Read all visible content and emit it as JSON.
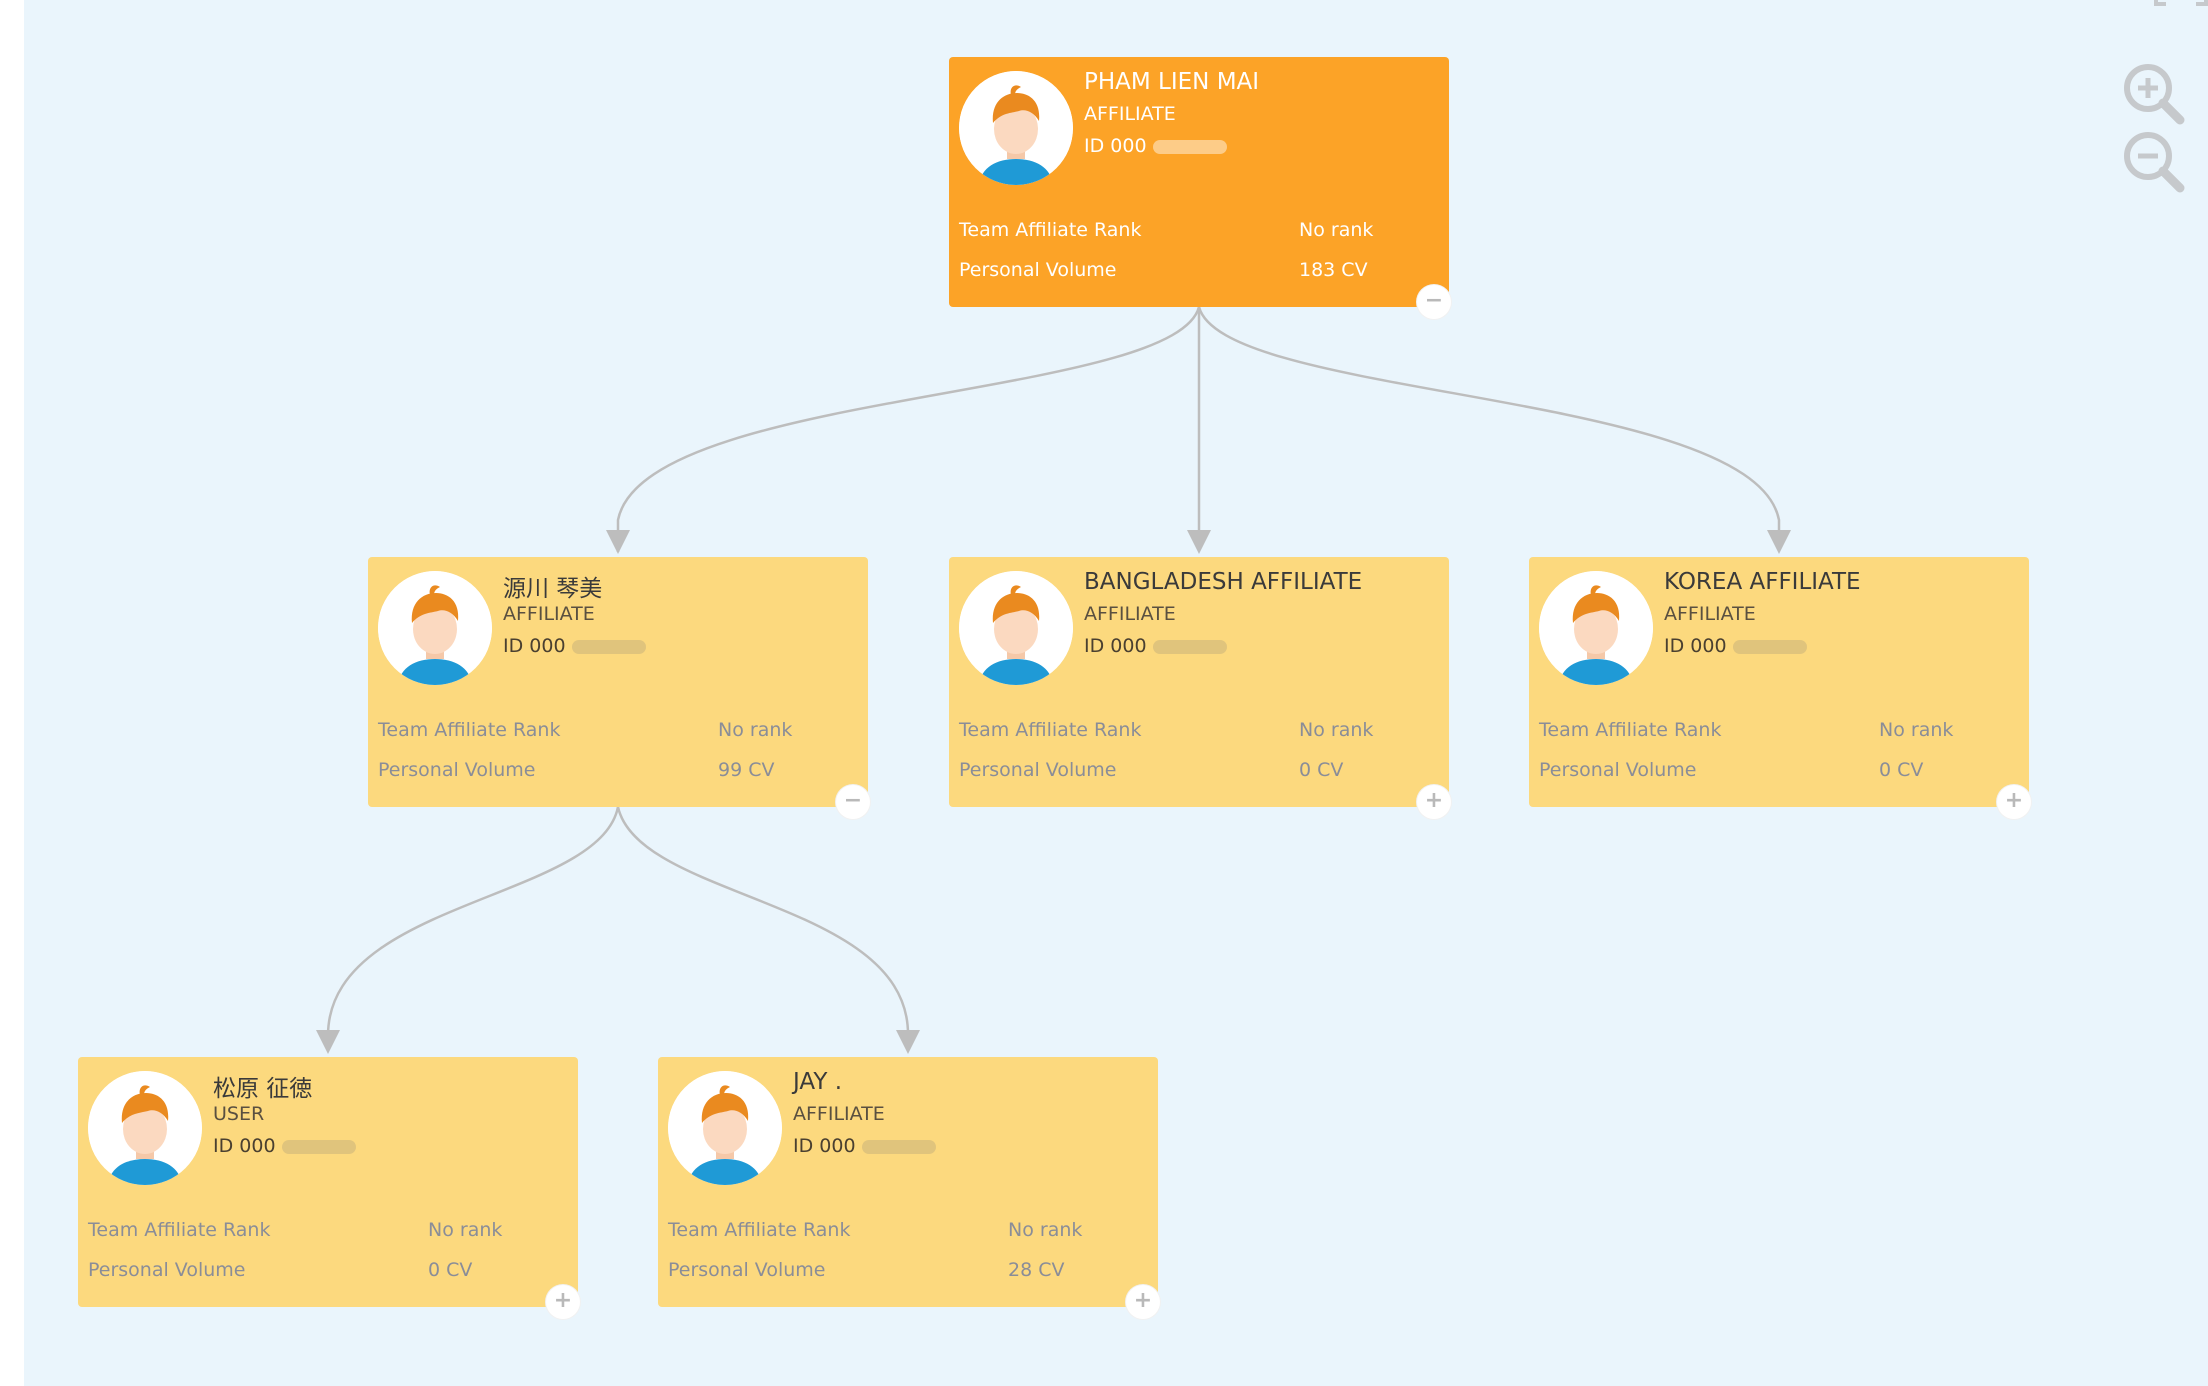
{
  "controls": {
    "zoom_in_icon": "zoom-in-icon",
    "zoom_out_icon": "zoom-out-icon",
    "fullscreen_icon": "fullscreen-icon"
  },
  "colors": {
    "canvas_bg": "#eaf5fc",
    "root_card": "#fca327",
    "card": "#fcd97e",
    "connector": "#bdbdbd"
  },
  "nodes": [
    {
      "name": "PHAM LIEN MAI",
      "role": "AFFILIATE",
      "id_prefix": "ID 000",
      "rank_label": "Team Affiliate Rank",
      "rank_value": "No rank",
      "volume_label": "Personal Volume",
      "volume_value": "183 CV",
      "toggle": "−"
    },
    {
      "name": "源川 琴美",
      "role": "AFFILIATE",
      "id_prefix": "ID 000",
      "rank_label": "Team Affiliate Rank",
      "rank_value": "No rank",
      "volume_label": "Personal Volume",
      "volume_value": "99 CV",
      "toggle": "−"
    },
    {
      "name": "BANGLADESH AFFILIATE",
      "role": "AFFILIATE",
      "id_prefix": "ID 000",
      "rank_label": "Team Affiliate Rank",
      "rank_value": "No rank",
      "volume_label": "Personal Volume",
      "volume_value": "0 CV",
      "toggle": "+"
    },
    {
      "name": "KOREA AFFILIATE",
      "role": "AFFILIATE",
      "id_prefix": "ID 000",
      "rank_label": "Team Affiliate Rank",
      "rank_value": "No rank",
      "volume_label": "Personal Volume",
      "volume_value": "0 CV",
      "toggle": "+"
    },
    {
      "name": "松原 征徳",
      "role": "USER",
      "id_prefix": "ID 000",
      "rank_label": "Team Affiliate Rank",
      "rank_value": "No rank",
      "volume_label": "Personal Volume",
      "volume_value": "0 CV",
      "toggle": "+"
    },
    {
      "name": "JAY .",
      "role": "AFFILIATE",
      "id_prefix": "ID 000",
      "rank_label": "Team Affiliate Rank",
      "rank_value": "No rank",
      "volume_label": "Personal Volume",
      "volume_value": "28 CV",
      "toggle": "+"
    }
  ]
}
